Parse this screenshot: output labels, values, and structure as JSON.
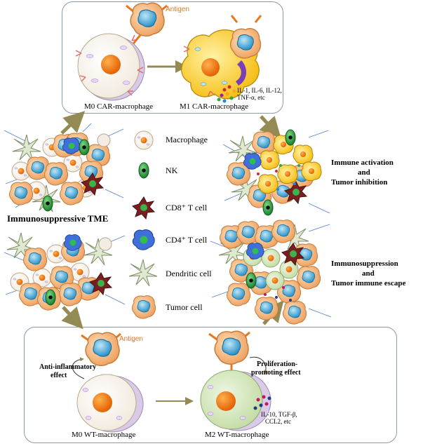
{
  "top_panel": {
    "antigen": "Antigen",
    "m0_label": "M0 CAR-macrophage",
    "m1_label": "M1 CAR-macrophage",
    "cytokines": [
      "IL-1, IL-6, IL-12,",
      "TNF-α, etc"
    ]
  },
  "left": {
    "tme_label": "Immunosuppressive TME"
  },
  "legend": {
    "items": [
      "Macrophage",
      "NK",
      "CD8⁺ T cell",
      "CD4⁺ T cell",
      "Dendritic cell",
      "Tumor cell"
    ]
  },
  "right": {
    "activation": [
      "Immune activation",
      "and",
      "Tumor inhibition"
    ],
    "suppression": [
      "Immunosuppression",
      "and",
      "Tumor immune escape"
    ]
  },
  "bottom_panel": {
    "antigen": "Antigen",
    "anti_inflammatory": [
      "Anti-inflammatory",
      "effect"
    ],
    "proliferation": [
      "Proliferation-",
      "promoting effect"
    ],
    "cytokines": [
      "IL-10, TGF-β,",
      "CCL2, etc"
    ],
    "m0_label": "M0 WT-macrophage",
    "m2_label": "M2 WT-macrophage"
  },
  "colors": {
    "arrow": "#948a54",
    "tumor": "#f3b983",
    "tumor_nucleus": "#3aa6d8",
    "macrophage_nucleus": "#f57f17",
    "nk": "#1f9e3a",
    "cd8": "#7a1f1f",
    "cd4": "#3f6fd8",
    "dendritic": "#dfe9cf",
    "m1": "#f9c21a",
    "m2": "#cfe3b5"
  }
}
